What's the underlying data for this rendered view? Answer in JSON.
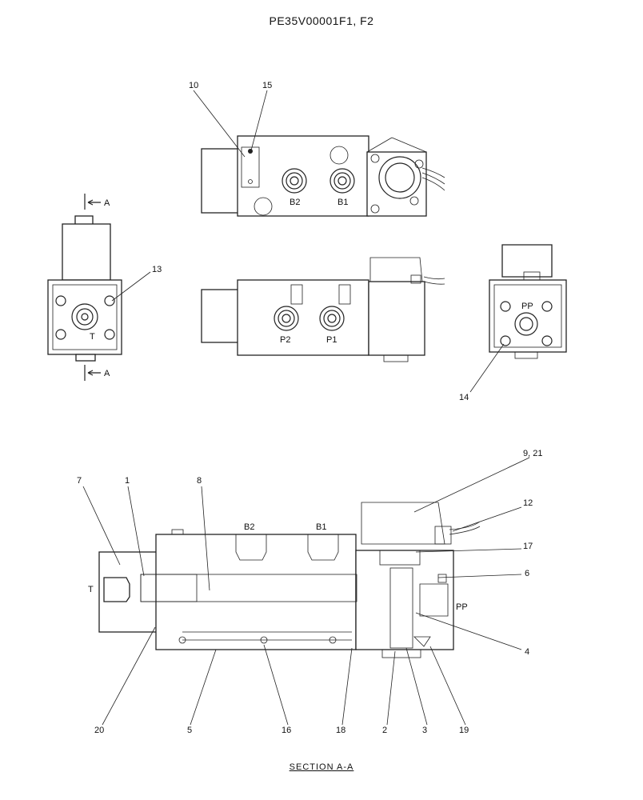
{
  "title": "PE35V00001F1, F2",
  "caption": "SECTION A-A",
  "views": {
    "top": {
      "ports": [
        "B2",
        "B1"
      ],
      "callouts": [
        "10",
        "15"
      ]
    },
    "front": {
      "ports": [
        "P2",
        "P1"
      ]
    },
    "left": {
      "port": "T",
      "callouts": [
        "13"
      ],
      "section_marks": [
        "A",
        "A"
      ]
    },
    "right": {
      "port": "PP",
      "callouts": [
        "14"
      ]
    }
  },
  "section": {
    "port_labels": {
      "b2": "B2",
      "b1": "B1",
      "t": "T",
      "pp": "PP"
    },
    "callouts": {
      "c7": "7",
      "c1": "1",
      "c8": "8",
      "c9": "9, 21",
      "c12": "12",
      "c17": "17",
      "c6": "6",
      "c4": "4",
      "c20": "20",
      "c5": "5",
      "c16": "16",
      "c18": "18",
      "c2": "2",
      "c3": "3",
      "c19": "19"
    }
  }
}
